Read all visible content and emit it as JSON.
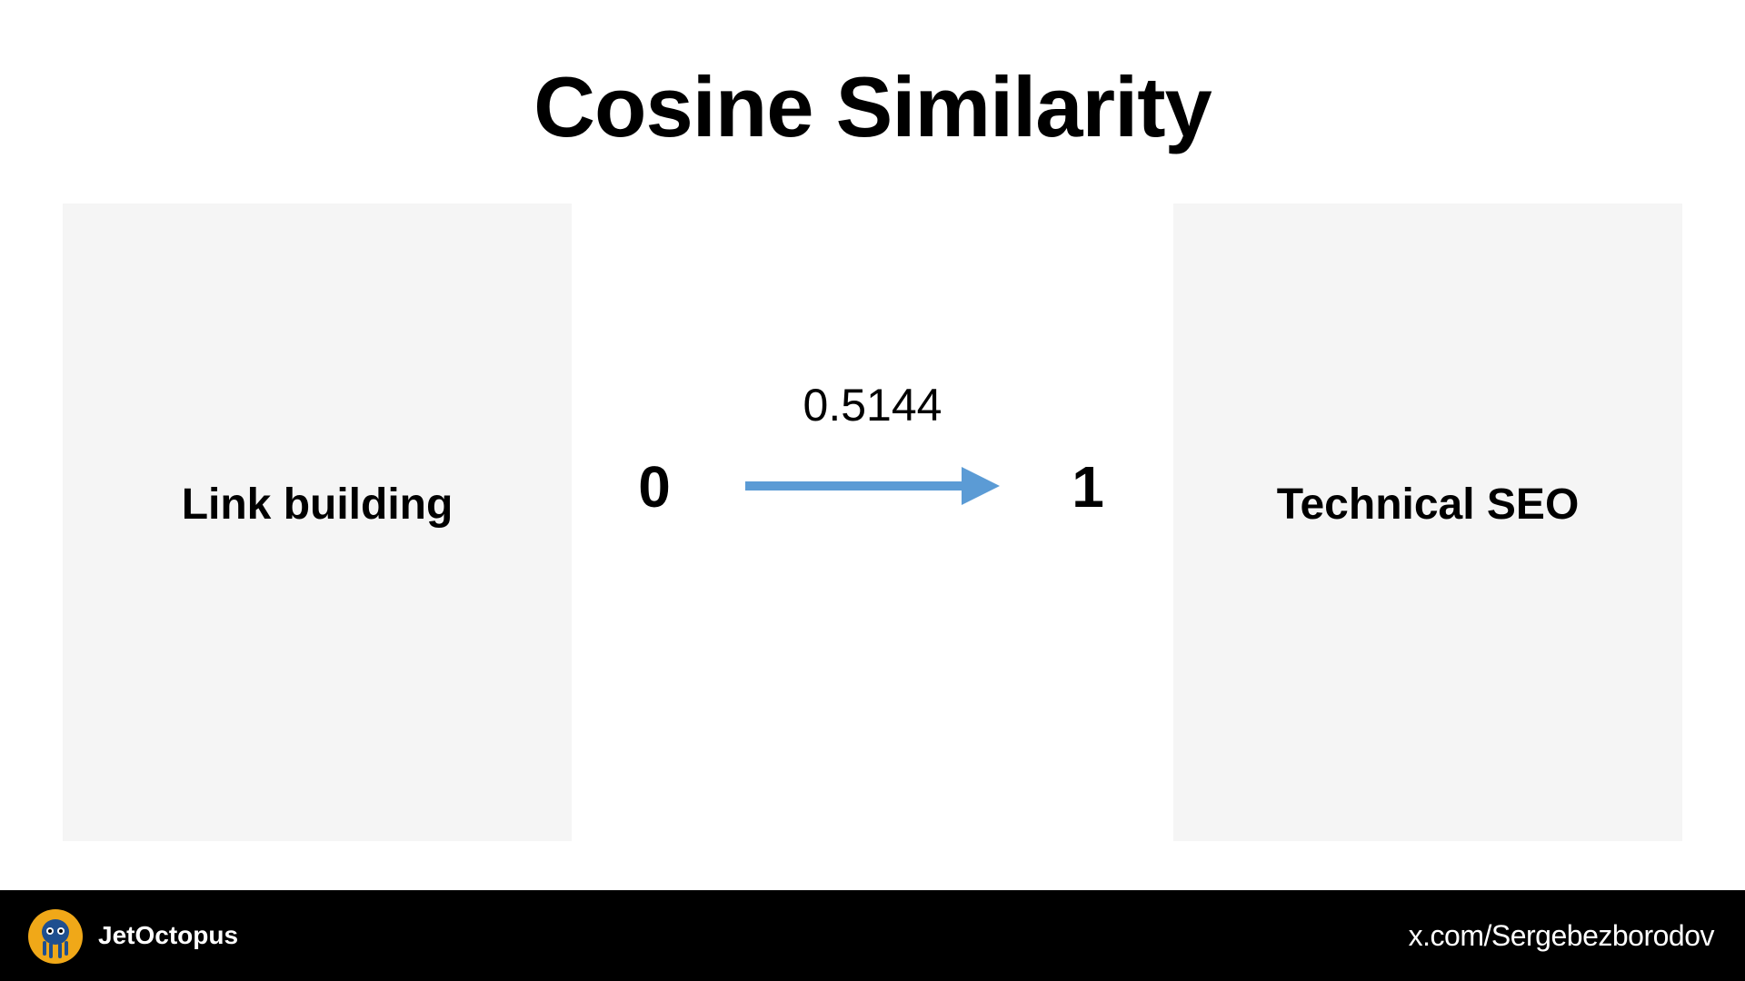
{
  "slide": {
    "title": "Cosine Similarity",
    "left_topic": "Link building",
    "right_topic": "Technical SEO",
    "scale_min": "0",
    "scale_max": "1",
    "similarity_value": "0.5144"
  },
  "footer": {
    "brand": "JetOctopus",
    "handle": "x.com/Sergebezborodov"
  },
  "colors": {
    "arrow": "#5b9bd5",
    "panel_background": "#f5f5f5",
    "footer_background": "#000000",
    "logo_primary": "#f0a818",
    "logo_secondary": "#1f4f8f"
  },
  "icons": {
    "logo": "octopus-logo-icon",
    "arrow": "right-arrow-icon"
  }
}
